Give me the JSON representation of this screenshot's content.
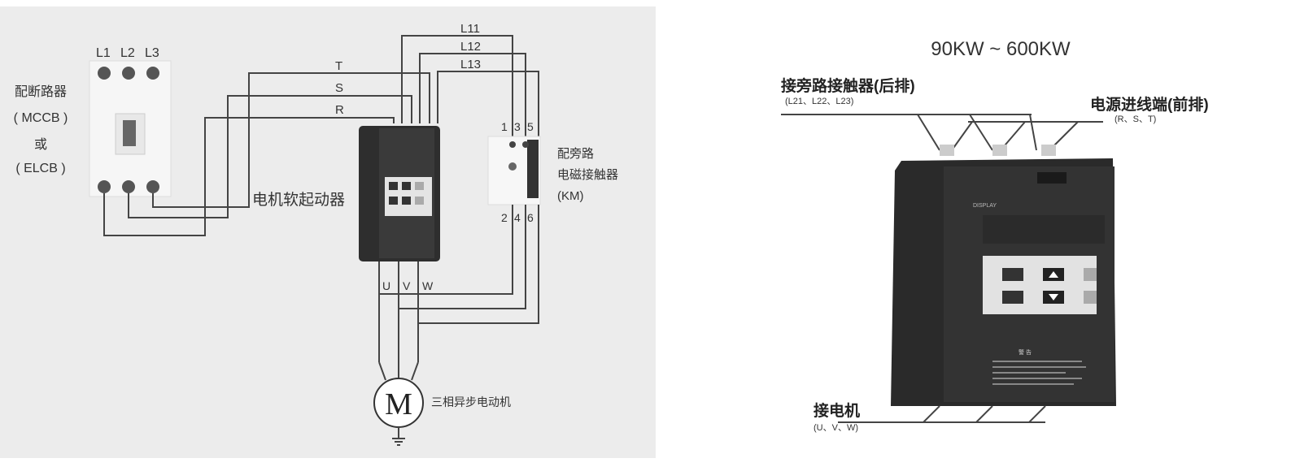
{
  "left_diagram": {
    "breaker": {
      "label": "配断路器",
      "type1": "( MCCB )",
      "or": "或",
      "type2": "( ELCB )",
      "terminals": [
        "L1",
        "L2",
        "L3"
      ]
    },
    "phases": [
      "T",
      "S",
      "R"
    ],
    "bypass_lines": [
      "L11",
      "L12",
      "L13"
    ],
    "starter_label": "电机软起动器",
    "contactor": {
      "line1": "配旁路",
      "line2": "电磁接触器",
      "line3": "(KM)",
      "top_terminals": [
        "1",
        "3",
        "5"
      ],
      "bottom_terminals": [
        "2",
        "4",
        "6"
      ]
    },
    "outputs": [
      "U",
      "V",
      "W"
    ],
    "motor_symbol": "M",
    "motor_label": "三相异步电动机"
  },
  "right_diagram": {
    "title": "90KW ~ 600KW",
    "bypass_label": "接旁路接触器(后排)",
    "bypass_terminals": "(L21、L22、L23)",
    "power_label": "电源进线端(前排)",
    "power_terminals": "(R、S、T)",
    "motor_label": "接电机",
    "motor_terminals": "(U、V、W)",
    "display_brand": "DISPLAY",
    "warning_title": "警 告"
  }
}
